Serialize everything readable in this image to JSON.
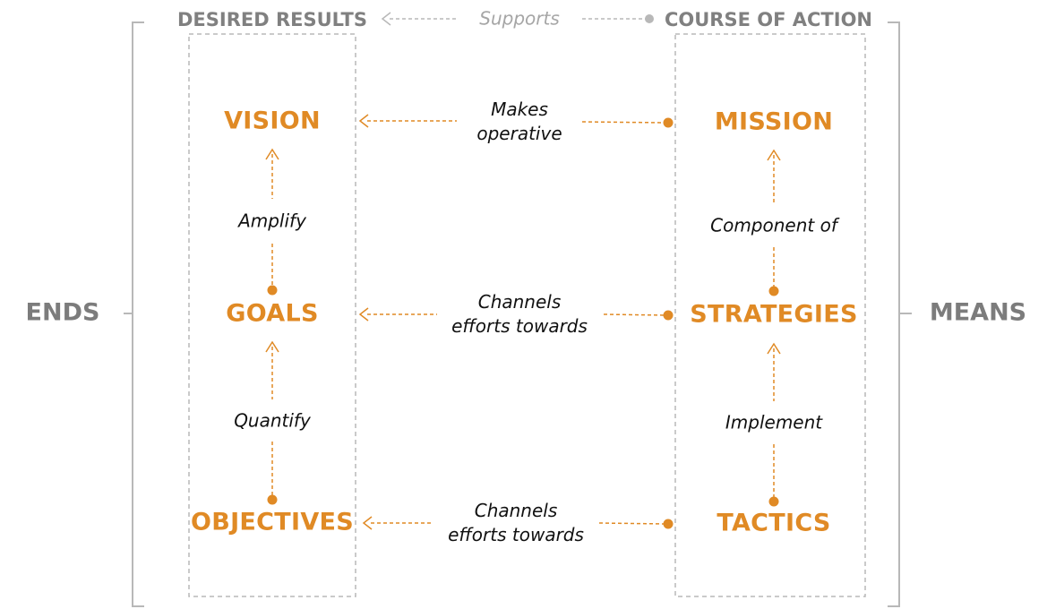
{
  "colors": {
    "accent": "#E08A25",
    "muted": "#B8B8B8",
    "header": "#808080",
    "side": "#7C7C7C"
  },
  "headers": {
    "left": "DESIRED RESULTS",
    "right": "COURSE OF ACTION",
    "supports": "Supports"
  },
  "sides": {
    "left": "ENDS",
    "right": "MEANS"
  },
  "ends": {
    "vision": "VISION",
    "goals": "GOALS",
    "objectives": "OBJECTIVES"
  },
  "means": {
    "mission": "MISSION",
    "strategies": "STRATEGIES",
    "tactics": "TACTICS"
  },
  "vertical_relations": {
    "amplify": "Amplify",
    "quantify": "Quantify",
    "component_of": "Component of",
    "implement": "Implement"
  },
  "horizontal_relations": {
    "makes_operative": [
      "Makes",
      "operative"
    ],
    "channels_goals": [
      "Channels",
      "efforts towards"
    ],
    "channels_objectives": [
      "Channels",
      "efforts towards"
    ]
  }
}
